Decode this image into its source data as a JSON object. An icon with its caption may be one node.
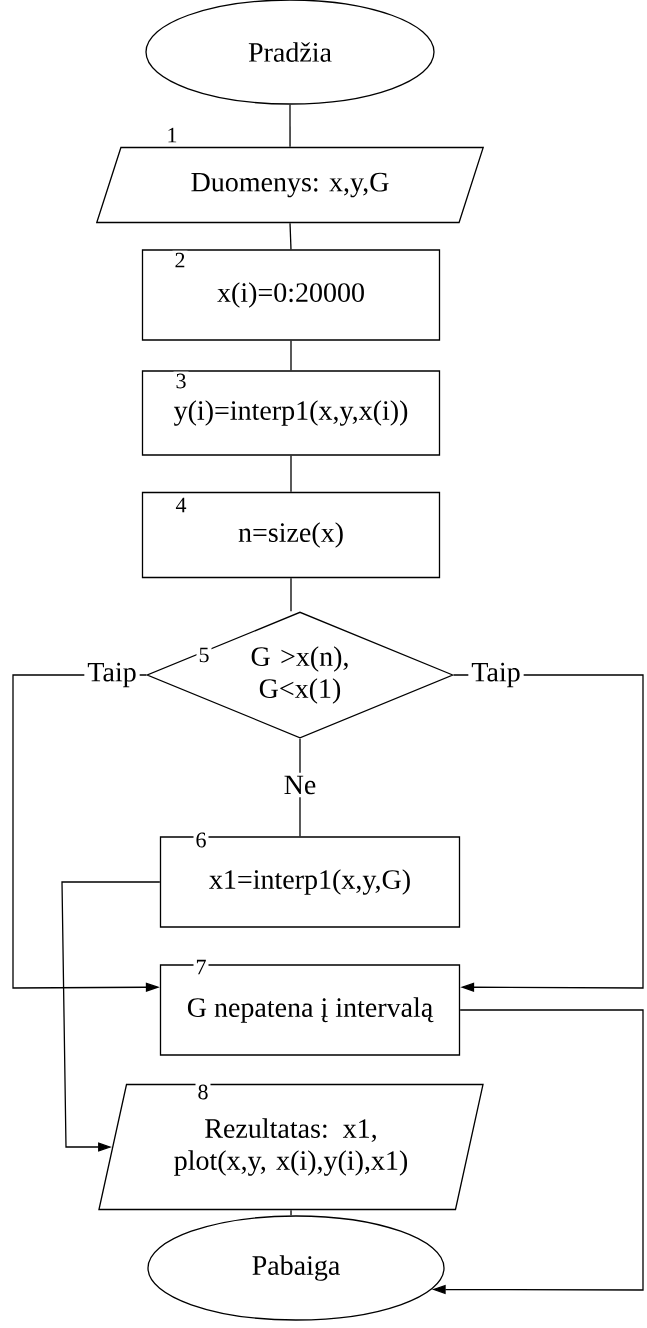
{
  "diagram": {
    "nodes": [
      {
        "text": [
          "Pradžia"
        ]
      },
      {
        "text": [
          "1",
          "Duomenys: x,y,G"
        ]
      },
      {
        "text": [
          "2",
          "x(i)=0:20000"
        ]
      },
      {
        "text": [
          "3",
          "y(i)=interp1(x,y,x(i))"
        ]
      },
      {
        "text": [
          "4",
          "n=size(x)"
        ]
      },
      {
        "text": [
          "5",
          "G >x(n), G<x(1)"
        ]
      },
      {
        "text": [
          "6",
          "x1=interp1(x,y,G)"
        ]
      },
      {
        "text": [
          "7",
          "G nepatena į intervalą"
        ]
      },
      {
        "text": [
          "8",
          "Rezultatas: x1, plot(x,y, x(i),y(i),x1)"
        ]
      },
      {
        "text": [
          "Pabaiga"
        ]
      }
    ],
    "edges": [
      {
        "from": 0,
        "to": 1,
        "arrow": "none"
      },
      {
        "from": 1,
        "to": 2,
        "arrow": "none"
      },
      {
        "from": 2,
        "to": 3,
        "arrow": "none"
      },
      {
        "from": 3,
        "to": 4,
        "arrow": "none"
      },
      {
        "from": 4,
        "to": 5,
        "arrow": "none"
      },
      {
        "from": 5,
        "to": 7,
        "arrow": "to",
        "label": "Taip"
      },
      {
        "from": 5,
        "to": 7,
        "arrow": "to",
        "label": "Taip"
      },
      {
        "from": 5,
        "to": 6,
        "arrow": "none",
        "label": "Ne"
      },
      {
        "from": 6,
        "to": 8,
        "arrow": "to"
      },
      {
        "from": 7,
        "to": 9,
        "arrow": "to"
      },
      {
        "from": 8,
        "to": 9,
        "arrow": "none"
      }
    ]
  }
}
